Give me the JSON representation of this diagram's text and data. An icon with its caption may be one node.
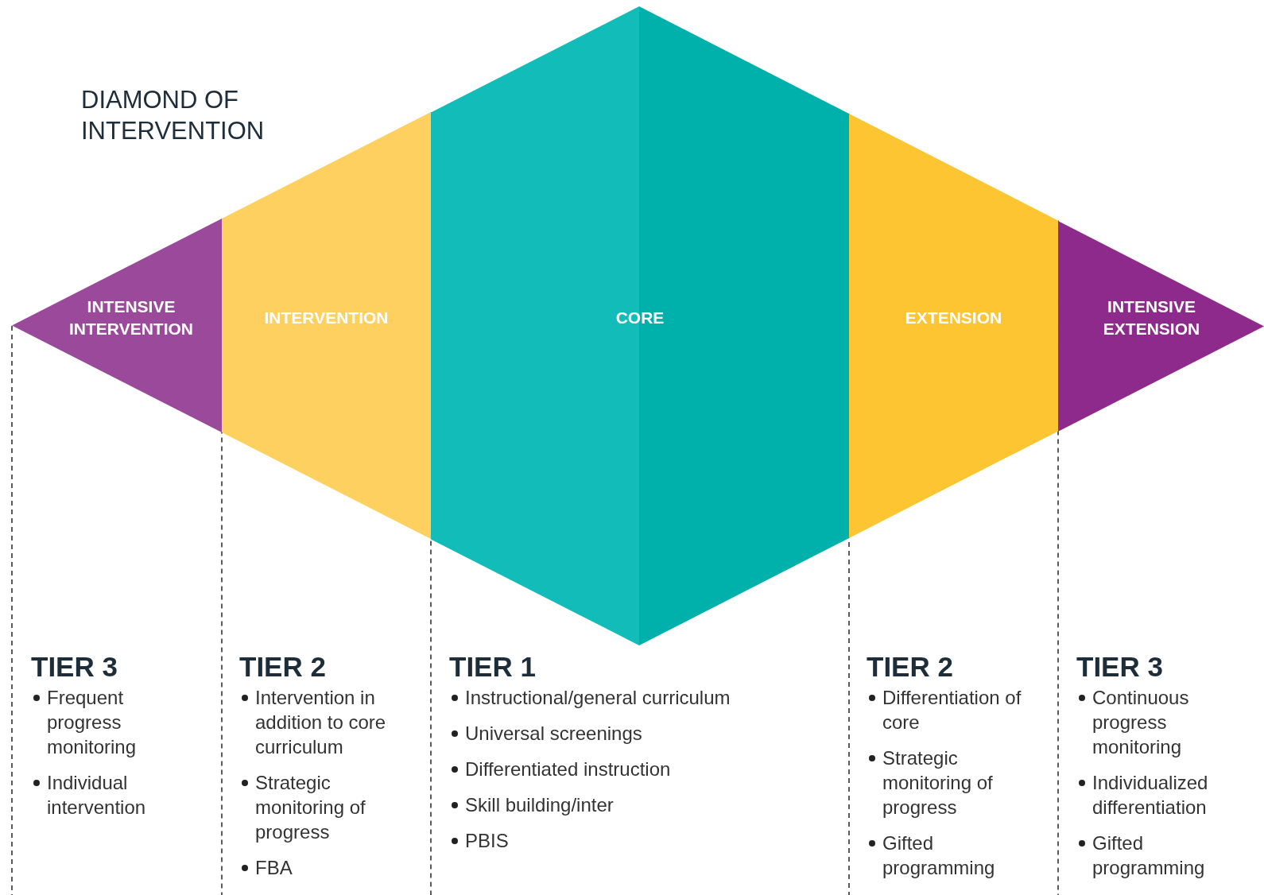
{
  "diagram": {
    "title": "DIAMOND OF INTERVENTION",
    "nodes": [
      {
        "text": [
          "INTENSIVE INTERVENTION"
        ]
      },
      {
        "text": [
          "INTERVENTION"
        ]
      },
      {
        "text": [
          "CORE"
        ]
      },
      {
        "text": [
          "EXTENSION"
        ]
      },
      {
        "text": [
          "INTENSIVE EXTENSION"
        ]
      }
    ],
    "labels": [
      "TIER 3",
      "Frequent progress monitoring",
      "Individual intervention",
      "TIER 2",
      "Intervention in addition to core curriculum",
      "Strategic monitoring of progress",
      "FBA",
      "TIER 1",
      "Instructional/general curriculum",
      "Universal screenings",
      "Differentiated instruction",
      "Skill building/inter",
      "PBIS",
      "TIER 2",
      "Differentiation of core",
      "Strategic monitoring of progress",
      "Gifted programming",
      "TIER 3",
      "Continuous progress monitoring",
      "Individualized differentiation",
      "Gifted programming"
    ]
  }
}
